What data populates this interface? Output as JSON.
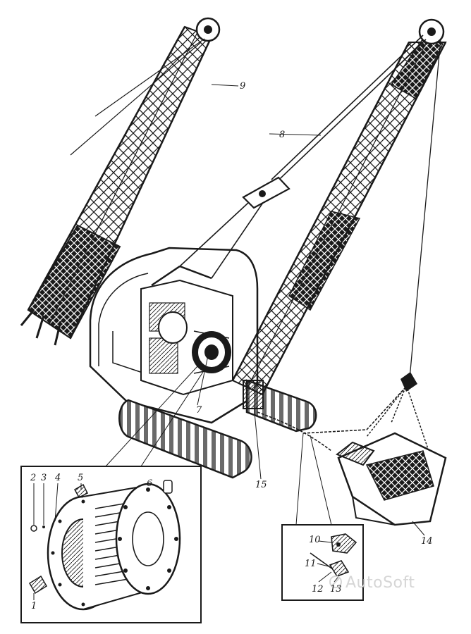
{
  "callouts": {
    "c1": "1",
    "c2": "2",
    "c3": "3",
    "c4": "4",
    "c5": "5",
    "c6": "6",
    "c7": "7",
    "c8": "8",
    "c9": "9",
    "c10": "10",
    "c11": "11",
    "c12": "12",
    "c13": "13",
    "c14": "14",
    "c15": "15"
  },
  "watermark": "AutoSoft",
  "colors": {
    "ink": "#1a1a1a",
    "paper": "#ffffff",
    "watermark": "#d6d6d6"
  }
}
